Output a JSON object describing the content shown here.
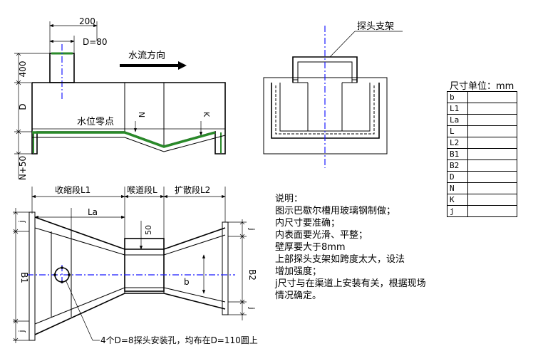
{
  "side_view": {
    "dim_200": "200",
    "dim_d80": "D=80",
    "dim_400": "400",
    "dim_d": "D",
    "dim_n50": "N+50",
    "flow_label": "水流方向",
    "zero_label": "水位零点",
    "n_label": "N",
    "k_label": "K"
  },
  "section_view": {
    "bracket_label": "探头支架"
  },
  "plan_view": {
    "seg1": "收缩段L1",
    "seg2": "喉道段L",
    "seg3": "扩散段L2",
    "la": "La",
    "dim_50": "50",
    "b": "b",
    "b1": "B1",
    "b2": "B2",
    "j": "j",
    "hole_note": "4个D=8探头安装孔，均布在D=110圆上"
  },
  "notes": {
    "lines": [
      "说明：",
      "图示巴歇尔槽用玻璃钢制做；",
      "内尺寸要准确；",
      "内表面要光滑、平整；",
      "壁厚要大于8mm",
      "上部探头支架如跨度太大，设法",
      "增加强度；",
      "j尺寸与在渠道上安装有关，根据现场",
      "情况确定。"
    ]
  },
  "table": {
    "header": "尺寸单位：mm",
    "rows": [
      "b",
      "L1",
      "La",
      "L",
      "L2",
      "B1",
      "B2",
      "D",
      "N",
      "K",
      "j"
    ]
  },
  "colors": {
    "centerline": "#1a1aff",
    "wall": "#2a8a2a"
  }
}
